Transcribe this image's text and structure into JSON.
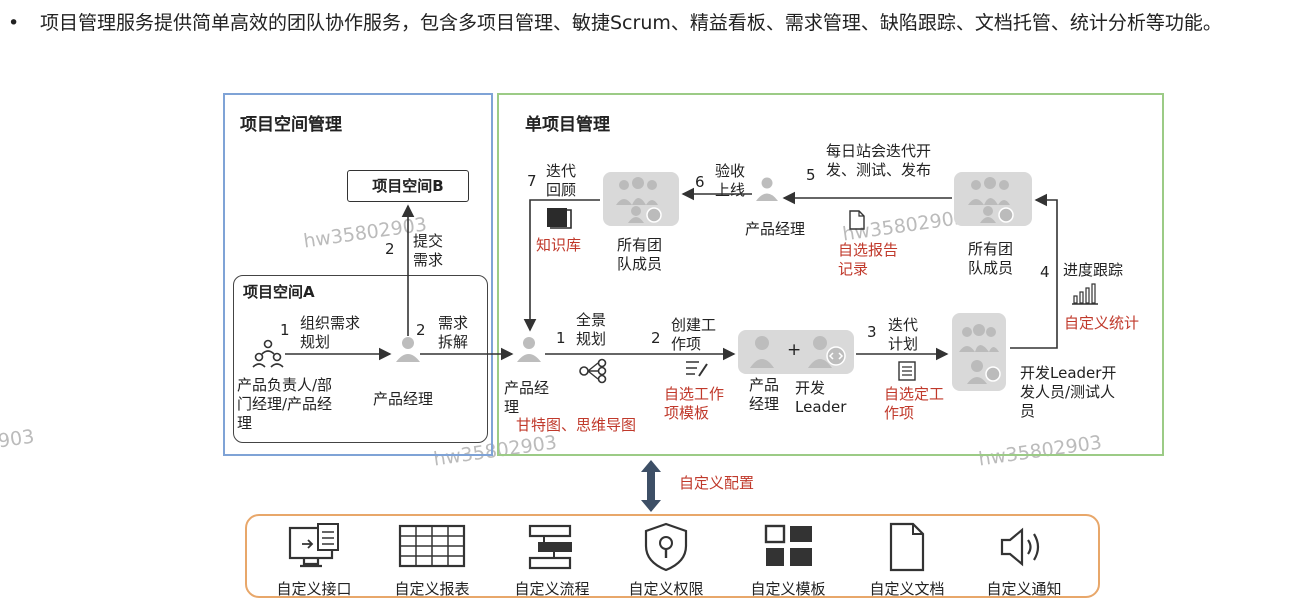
{
  "intro": {
    "bullet": "•",
    "text": "项目管理服务提供简单高效的团队协作服务，包含多项目管理、敏捷Scrum、精益看板、需求管理、缺陷跟踪、文档托管、统计分析等功能。"
  },
  "left_panel": {
    "title": "项目空间管理",
    "space_b": "项目空间B",
    "space_a": "项目空间A",
    "step1_num": "1",
    "step1_label": "组织需求规划",
    "roles_label": "产品负责人/部门经理/产品经理",
    "step2_submit_num": "2",
    "step2_submit_label": "提交需求",
    "pm_label": "产品经理",
    "step2_split_num": "2",
    "step2_split_label": "需求拆解"
  },
  "right_panel": {
    "title": "单项目管理",
    "pm_left_label": "产品经理",
    "gantt_label": "甘特图、思维导图",
    "s1_num": "1",
    "s1_label": "全景规划",
    "s2_num": "2",
    "s2_label": "创建工作项",
    "s2_red": "自选工作项模板",
    "pair_plus": "+",
    "pair_label_pm": "产品经理",
    "pair_label_dev": "开发Leader",
    "s3_num": "3",
    "s3_label": "迭代计划",
    "s3_red": "自选定工作项",
    "team_bottom_label": "开发Leader开发人员/测试人员",
    "s4_num": "4",
    "s4_label": "进度跟踪",
    "s4_red": "自定义统计",
    "s5_num": "5",
    "s5_label": "每日站会迭代开发、测试、发布",
    "s5_red": "自选报告记录",
    "team_top_right_label": "所有团队成员",
    "pm_mid_label": "产品经理",
    "s6_num": "6",
    "s6_label": "验收上线",
    "team_top_left_label": "所有团队成员",
    "s7_num": "7",
    "s7_label": "迭代回顾",
    "s7_red": "知识库"
  },
  "config_link": {
    "label": "自定义配置"
  },
  "config_items": [
    {
      "label": "自定义接口",
      "icon": "interface-icon"
    },
    {
      "label": "自定义报表",
      "icon": "report-icon"
    },
    {
      "label": "自定义流程",
      "icon": "workflow-icon"
    },
    {
      "label": "自定义权限",
      "icon": "permission-shield-icon"
    },
    {
      "label": "自定义模板",
      "icon": "template-icon"
    },
    {
      "label": "自定义文档",
      "icon": "document-icon"
    },
    {
      "label": "自定义通知",
      "icon": "speaker-icon"
    }
  ],
  "watermarks": [
    "hw35802903",
    "hw35802903",
    "hw35802903",
    "hw35802903",
    "903"
  ],
  "colors": {
    "space_border": "#7fa3d6",
    "single_border": "#9ccb86",
    "config_border": "#e8a76a",
    "red_text": "#c0392b",
    "double_arrow": "#3d4f66"
  }
}
